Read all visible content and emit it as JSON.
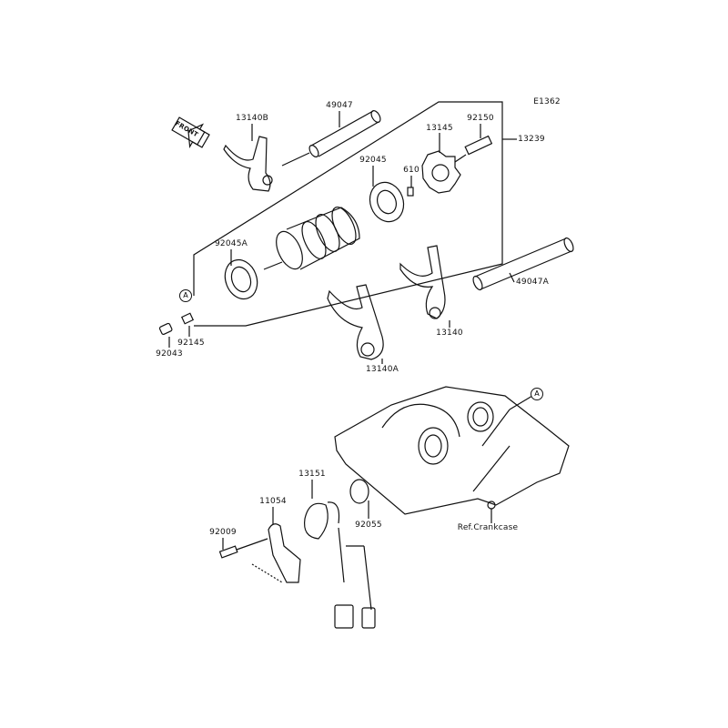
{
  "diagram_code": "E1362",
  "front_label": "FRONT",
  "parts": {
    "p13140B": "13140B",
    "p49047": "49047",
    "p13145": "13145",
    "p92150": "92150",
    "p13239": "13239",
    "p92045": "92045",
    "p610": "610",
    "p92045A": "92045A",
    "p92145": "92145",
    "p92043": "92043",
    "p49047A": "49047A",
    "p13140": "13140",
    "p13140A": "13140A",
    "p13151": "13151",
    "p11054": "11054",
    "p92009": "92009",
    "p92055": "92055",
    "ref_crankcase": "Ref.Crankcase"
  },
  "reference_marks": {
    "a1": "A",
    "a2": "A"
  }
}
